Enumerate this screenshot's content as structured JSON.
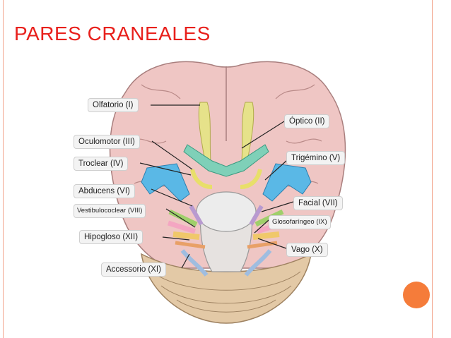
{
  "slide": {
    "title": "PARES CRANEALES"
  },
  "colors": {
    "title": "#e8201c",
    "accent_dot": "#f57c3a",
    "frame_line": "#f2a48c",
    "brain": "#efc6c4",
    "cerebellum": "#e3c9a6",
    "olfactory": "#e6e28a",
    "optic": "#7fd0b8",
    "trigeminal": "#5ab8e6",
    "facial": "#9fcf6a",
    "vestibulocochlear": "#f4a6c2",
    "hypoglossal": "#f0c86a",
    "accessory": "#9fbde0",
    "abducens": "#b89ad0"
  },
  "labels": {
    "olfatorio": "Olfatorio (I)",
    "optico": "Óptico (II)",
    "oculomotor": "Oculomotor (III)",
    "troclear": "Troclear (IV)",
    "trigemino": "Trigémino (V)",
    "abducens": "Abducens (VI)",
    "facial": "Facial (VII)",
    "vestibulococlear": "Vestibulococlear (VIII)",
    "glosofaringeo": "Glosofaríngeo (IX)",
    "vago": "Vago (X)",
    "accesorio": "Accessorio (XI)",
    "hipogloso": "Hipogloso (XII)"
  }
}
